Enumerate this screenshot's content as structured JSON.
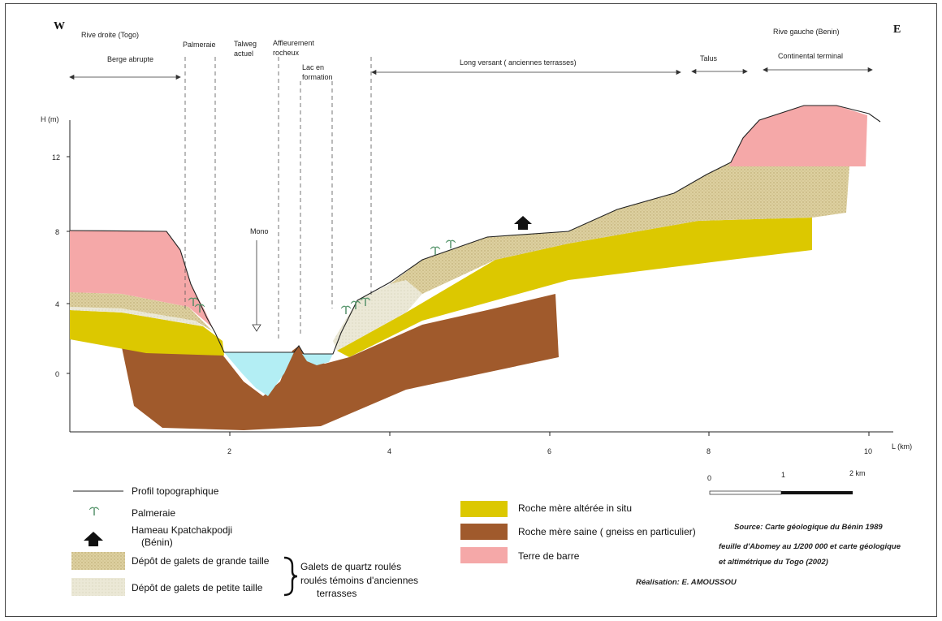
{
  "colors": {
    "terre_de_barre": "#f5a8a8",
    "roche_alteree": "#dcc800",
    "roche_saine": "#a05a2c",
    "galets_grande": "#ddd0a0",
    "galets_petite": "#ebe8d6",
    "water": "#b3eef4",
    "palm": "#5aa070"
  },
  "icons": [
    "palm-icon",
    "house-arrow-icon"
  ],
  "header": {
    "west": "W",
    "east": "E",
    "rive_droite": "Rive droite (Togo)",
    "rive_gauche": "Rive gauche (Benin)"
  },
  "zones": {
    "berge": "Berge abrupte",
    "palmeraie": "Palmeraie",
    "talweg_1": "Talweg",
    "talweg_2": "actuel",
    "affleurement_1": "Affleurement",
    "affleurement_2": "rocheux",
    "lac_1": "Lac en",
    "lac_2": "formation",
    "long_versant": "Long versant ( anciennes terrasses)",
    "talus": "Talus",
    "continental": "Continental terminal"
  },
  "axes": {
    "ylabel": "H (m)",
    "xlabel": "L (km)",
    "yticks": [
      "0",
      "4",
      "8",
      "12"
    ],
    "xticks": [
      "2",
      "4",
      "6",
      "8",
      "10"
    ]
  },
  "mono": "Mono",
  "scale": {
    "zero": "0",
    "one": "1",
    "two": "2 km"
  },
  "legend": {
    "profil": "Profil topographique",
    "palmeraie": "Palmeraie",
    "hameau_1": "Hameau Kpatchakpodji",
    "hameau_2": "(Bénin)",
    "galets_grande": "Dépôt de galets de grande taille",
    "galets_petite": "Dépôt de galets de petite taille",
    "brace_1": "Galets de quartz roulés",
    "brace_2": "roulés témoins d'anciennes",
    "brace_3": "terrasses",
    "roche_alteree": "Roche mère altérée in situ",
    "roche_saine": "Roche mère saine ( gneiss en particulier)",
    "terre_barre": "Terre de barre"
  },
  "source": {
    "line1": "Source: Carte géologique du Bénin 1989",
    "line2": "feuille d'Abomey au 1/200 000 et carte géologique",
    "line3": "et altimétrique du Togo (2002)",
    "realisation": "Réalisation: E. AMOUSSOU"
  }
}
